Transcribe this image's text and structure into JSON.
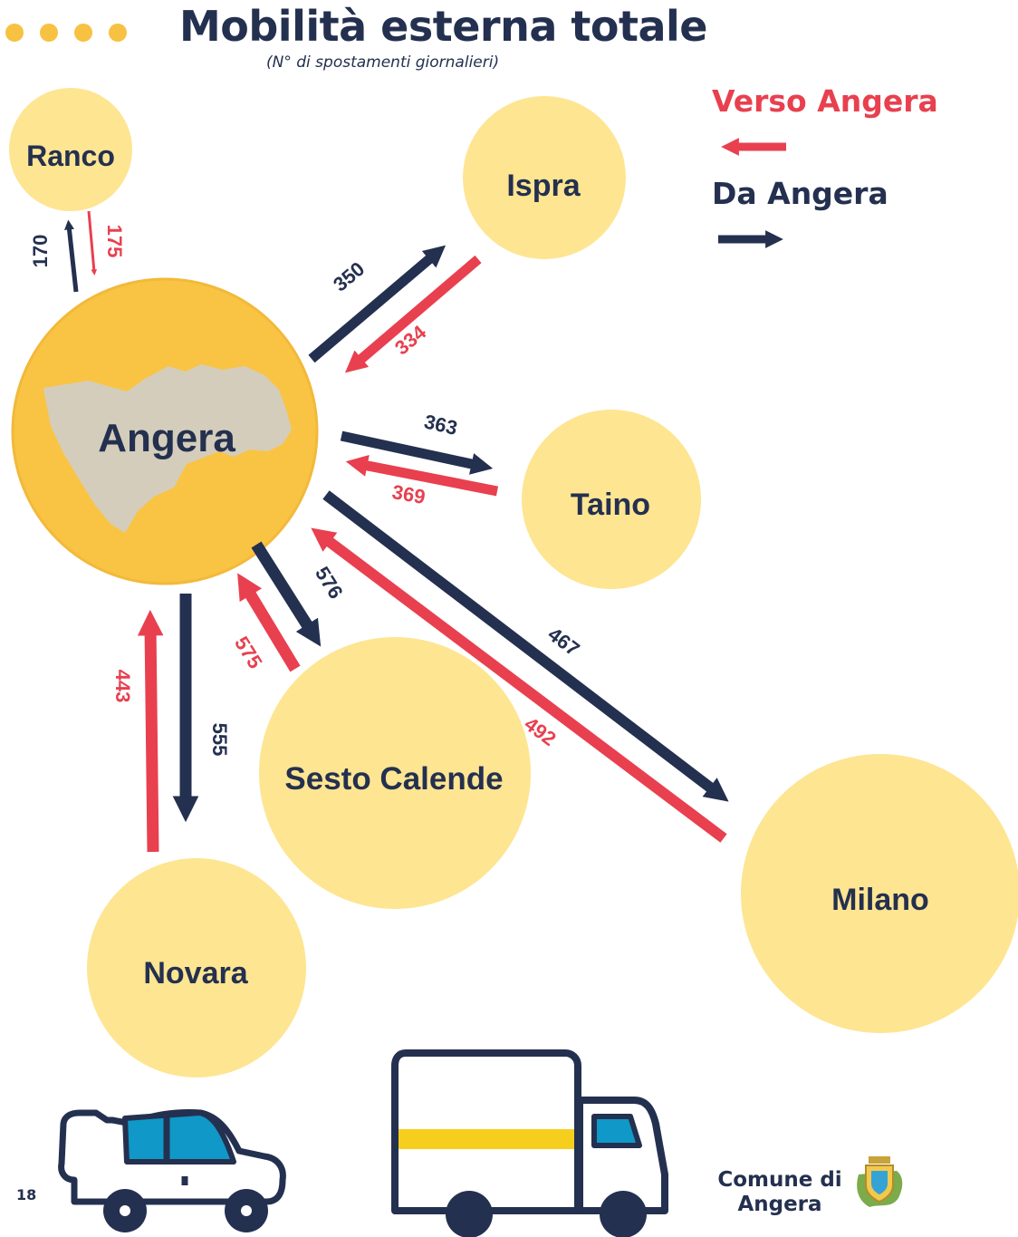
{
  "header": {
    "title": "Mobilità esterna totale",
    "subtitle": "(N° di spostamenti giornalieri)"
  },
  "legend": {
    "to_label": "Verso Angera",
    "from_label": "Da Angera"
  },
  "colors": {
    "to_angera": "#e8404f",
    "from_angera": "#24304f",
    "bubble": "#fee592",
    "center": "#f9c443",
    "map": "#d5cdbb"
  },
  "nodes": {
    "center": "Angera",
    "ranco": "Ranco",
    "ispra": "Ispra",
    "taino": "Taino",
    "sesto": "Sesto Calende",
    "milano": "Milano",
    "novara": "Novara"
  },
  "flows": {
    "ranco": {
      "from": "170",
      "to": "175"
    },
    "ispra": {
      "from": "350",
      "to": "334"
    },
    "taino": {
      "from": "363",
      "to": "369"
    },
    "sesto": {
      "from": "576",
      "to": "575"
    },
    "milano": {
      "from": "467",
      "to": "492"
    },
    "novara": {
      "from": "555",
      "to": "443"
    }
  },
  "footer": {
    "page_number": "18",
    "comune_line1": "Comune di",
    "comune_line2": "Angera"
  }
}
